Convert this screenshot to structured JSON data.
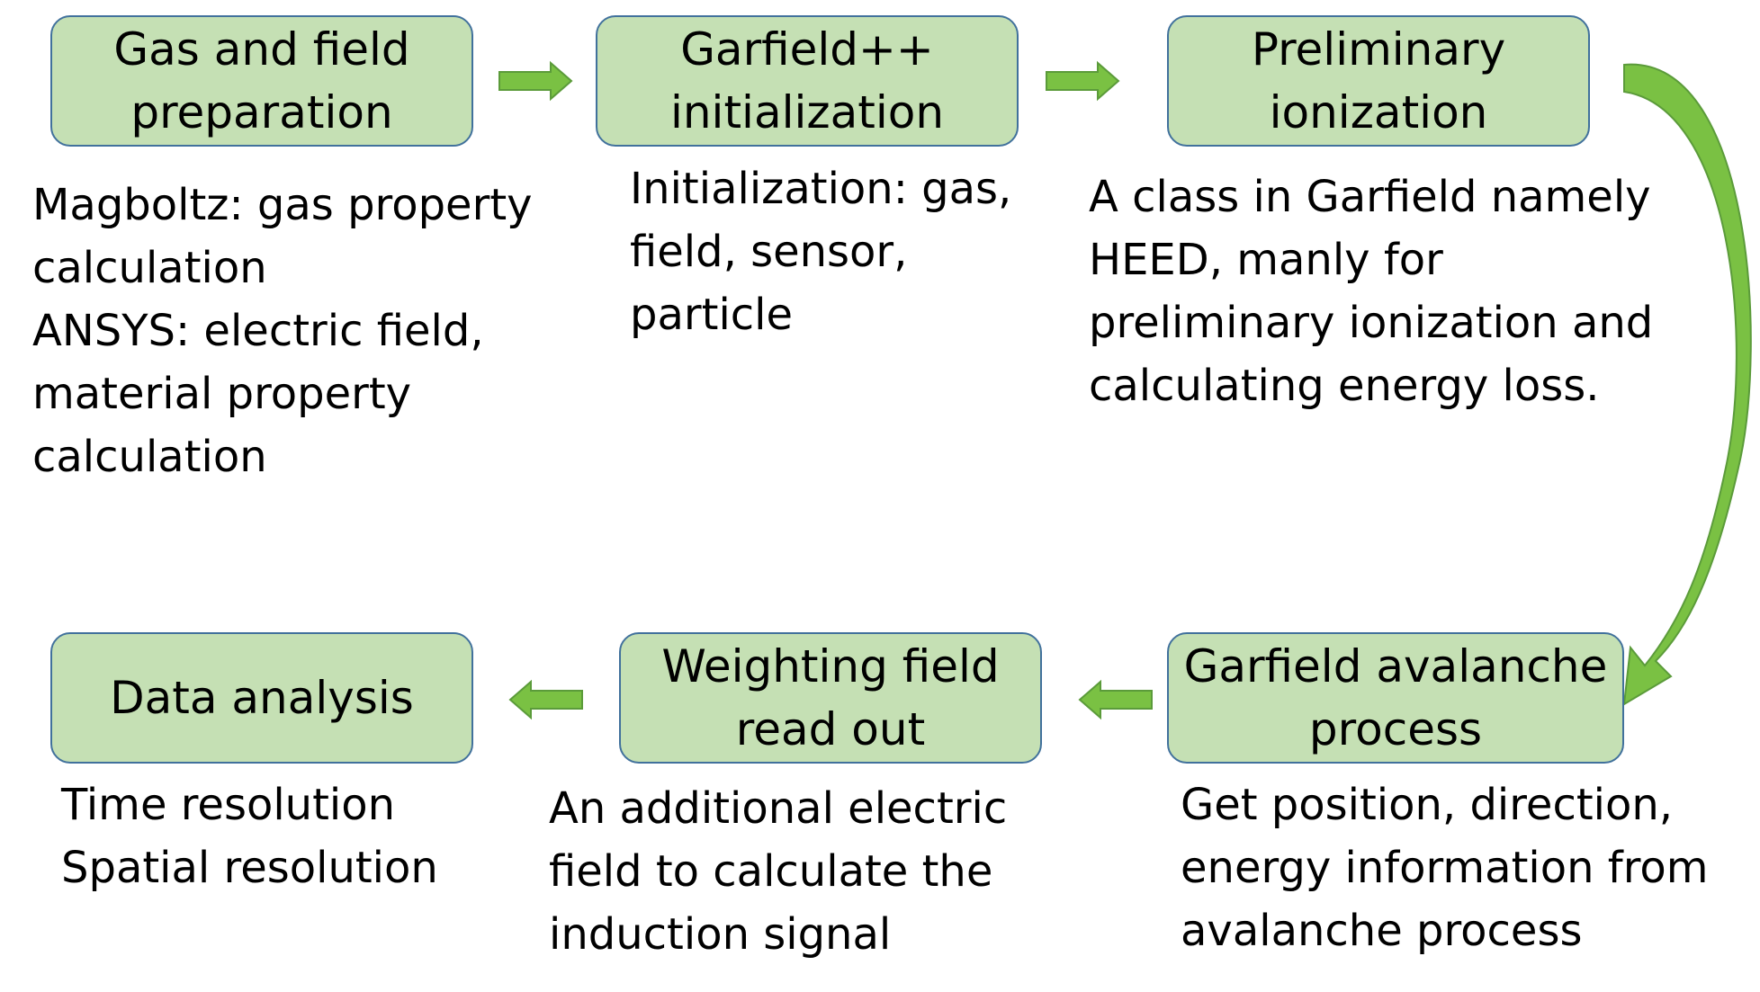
{
  "steps": [
    {
      "title": "Gas and field preparation",
      "desc": [
        "Magboltz: gas property",
        "calculation",
        "ANSYS: electric field,",
        "material property",
        "calculation"
      ]
    },
    {
      "title": "Garfield++ initialization",
      "desc": [
        "Initialization: gas,",
        "field, sensor,",
        "particle"
      ]
    },
    {
      "title": "Preliminary ionization",
      "desc": [
        "A class in Garfield namely",
        "HEED, manly for",
        "preliminary ionization and",
        "calculating energy loss."
      ]
    },
    {
      "title": "Garfield avalanche process",
      "desc": [
        "Get position, direction,",
        "energy information from",
        "avalanche process"
      ]
    },
    {
      "title": "Weighting field read out",
      "desc": [
        "An additional electric",
        "field to calculate the",
        "induction signal"
      ]
    },
    {
      "title": "Data analysis",
      "desc": [
        "Time resolution",
        "Spatial resolution"
      ]
    }
  ],
  "colors": {
    "box_fill": "#c5e0b4",
    "box_border": "#41719c",
    "arrow_fill": "#7ac143",
    "arrow_stroke": "#5b9b3a"
  }
}
